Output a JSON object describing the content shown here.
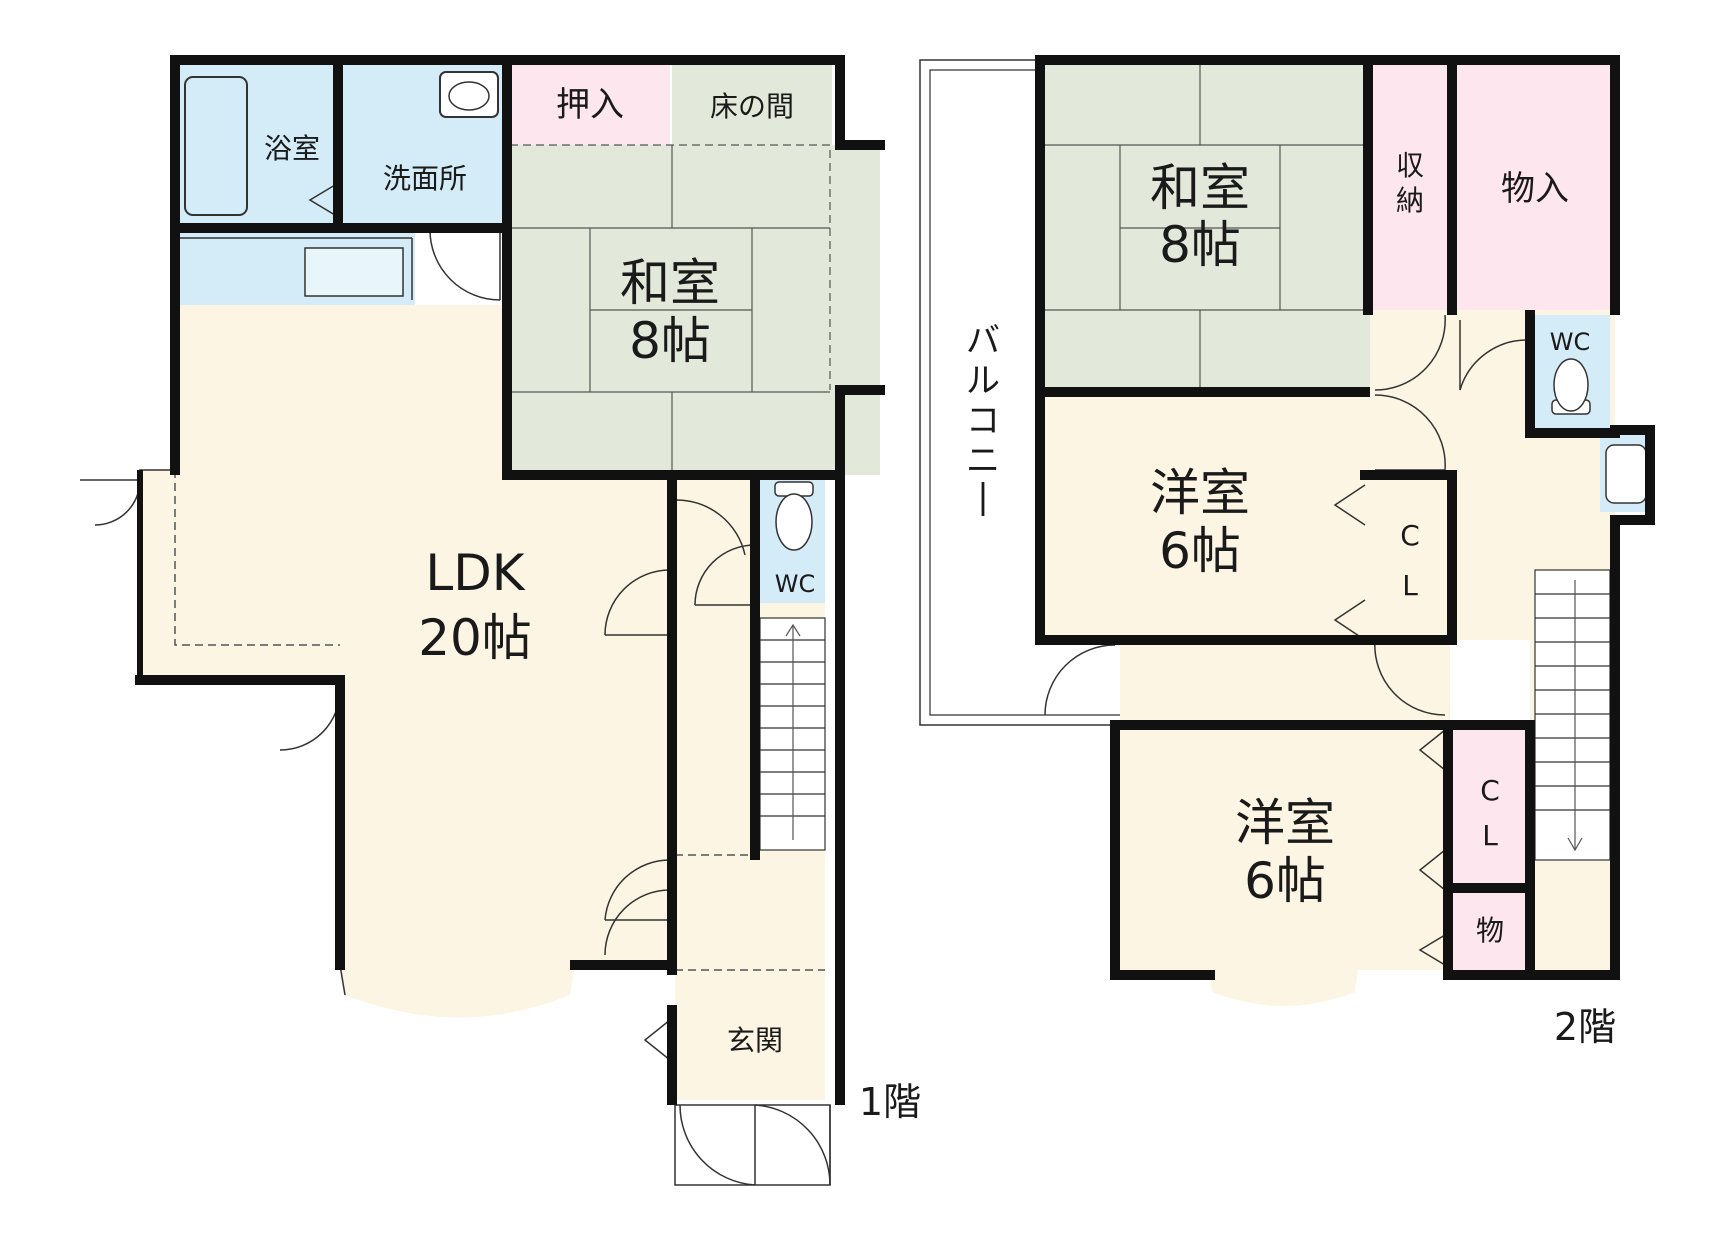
{
  "floor1": {
    "floor_label": "1階",
    "bath": "浴室",
    "washroom": "洗面所",
    "closet": "押入",
    "alcove": "床の間",
    "washitsu_name": "和室",
    "washitsu_size": "8帖",
    "ldk_name": "LDK",
    "ldk_size": "20帖",
    "wc": "WC",
    "entrance": "玄関"
  },
  "floor2": {
    "floor_label": "2階",
    "balcony": "バルコニー",
    "washitsu_name": "和室",
    "washitsu_size": "8帖",
    "storage_a": "収納",
    "storage_b": "物入",
    "wc": "WC",
    "youshitsu1_name": "洋室",
    "youshitsu1_size": "6帖",
    "cl1": "CL",
    "youshitsu2_name": "洋室",
    "youshitsu2_size": "6帖",
    "cl2": "CL",
    "small_storage": "物"
  },
  "colors": {
    "wall": "#111111",
    "floor_cream": "#fdf5e3",
    "tatami": "#e3e9da",
    "water": "#d3ecf7",
    "storage_pink": "#fde6ee"
  }
}
